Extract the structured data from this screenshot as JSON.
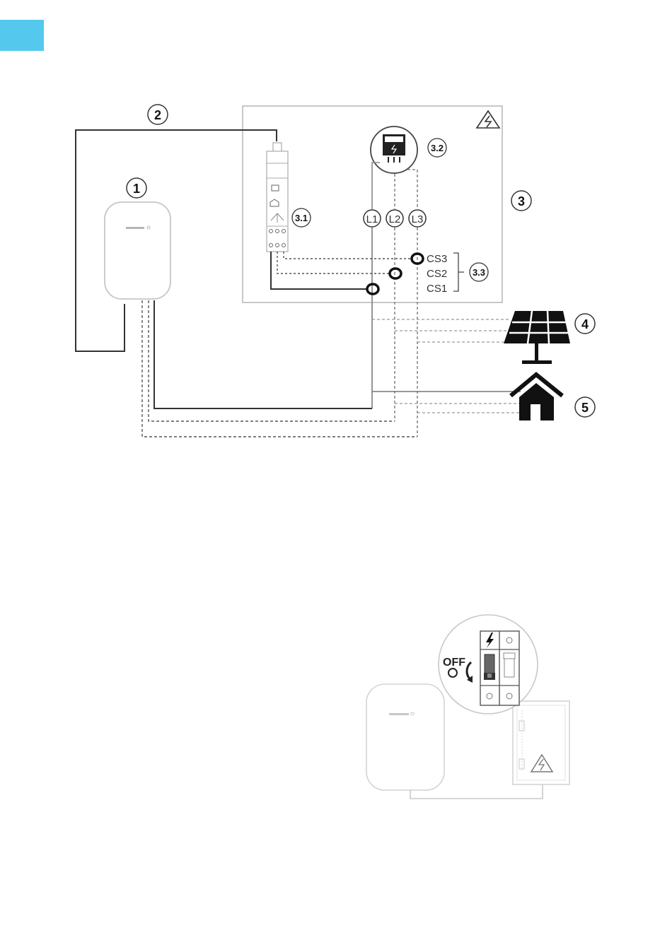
{
  "colors": {
    "accent_tab": "#55c8ee",
    "line": "#333333",
    "light_line": "#b5b5b5"
  },
  "top_diagram": {
    "callouts": {
      "wallbox": "1",
      "cable": "2",
      "board": "3",
      "meter_module": "3.1",
      "energy_meter": "3.2",
      "sensors": "3.3",
      "solar": "4",
      "house": "5"
    },
    "phases": [
      "L1",
      "L2",
      "L3"
    ],
    "sensor_labels": [
      "CS3",
      "CS2",
      "CS1"
    ],
    "icons": [
      "warning-icon",
      "solar-panel-icon",
      "house-icon",
      "energy-meter-icon"
    ]
  },
  "bottom_diagram": {
    "off_label": "OFF",
    "icons": [
      "lightning-icon",
      "circuit-breaker-icon",
      "warning-icon"
    ]
  }
}
